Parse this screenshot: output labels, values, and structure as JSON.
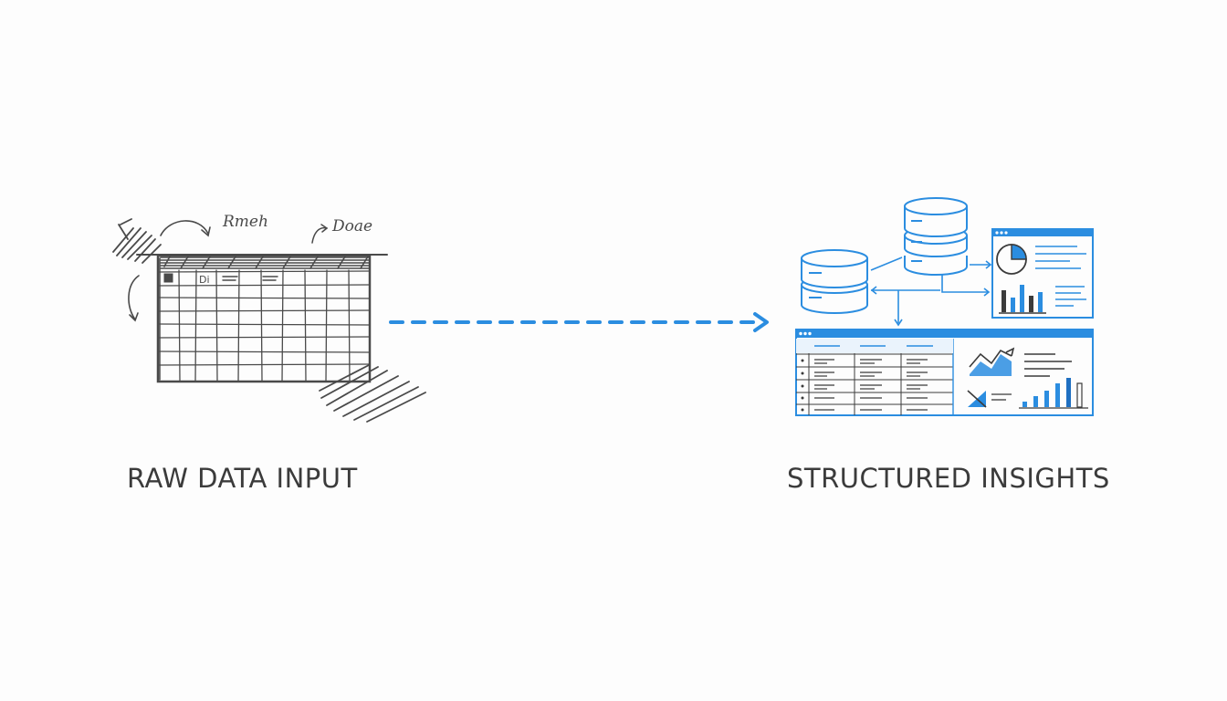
{
  "diagram": {
    "left_caption": "RAW DATA INPUT",
    "right_caption": "STRUCTURED INSIGHTS",
    "sketch_note_1": "Rmeh",
    "sketch_note_2": "Doae",
    "sketch_header_cell": "Di"
  },
  "colors": {
    "pencil": "#4a4a4a",
    "accent_blue": "#2b8de0",
    "dark_blue": "#1f6fc1",
    "ink": "#3b3b3b"
  },
  "icons": {
    "flow_arrow": "dashed-arrow-right",
    "database": "database-cylinder-icon",
    "pie_chart": "pie-chart-icon",
    "bar_chart": "bar-chart-icon",
    "line_chart": "line-chart-icon"
  }
}
